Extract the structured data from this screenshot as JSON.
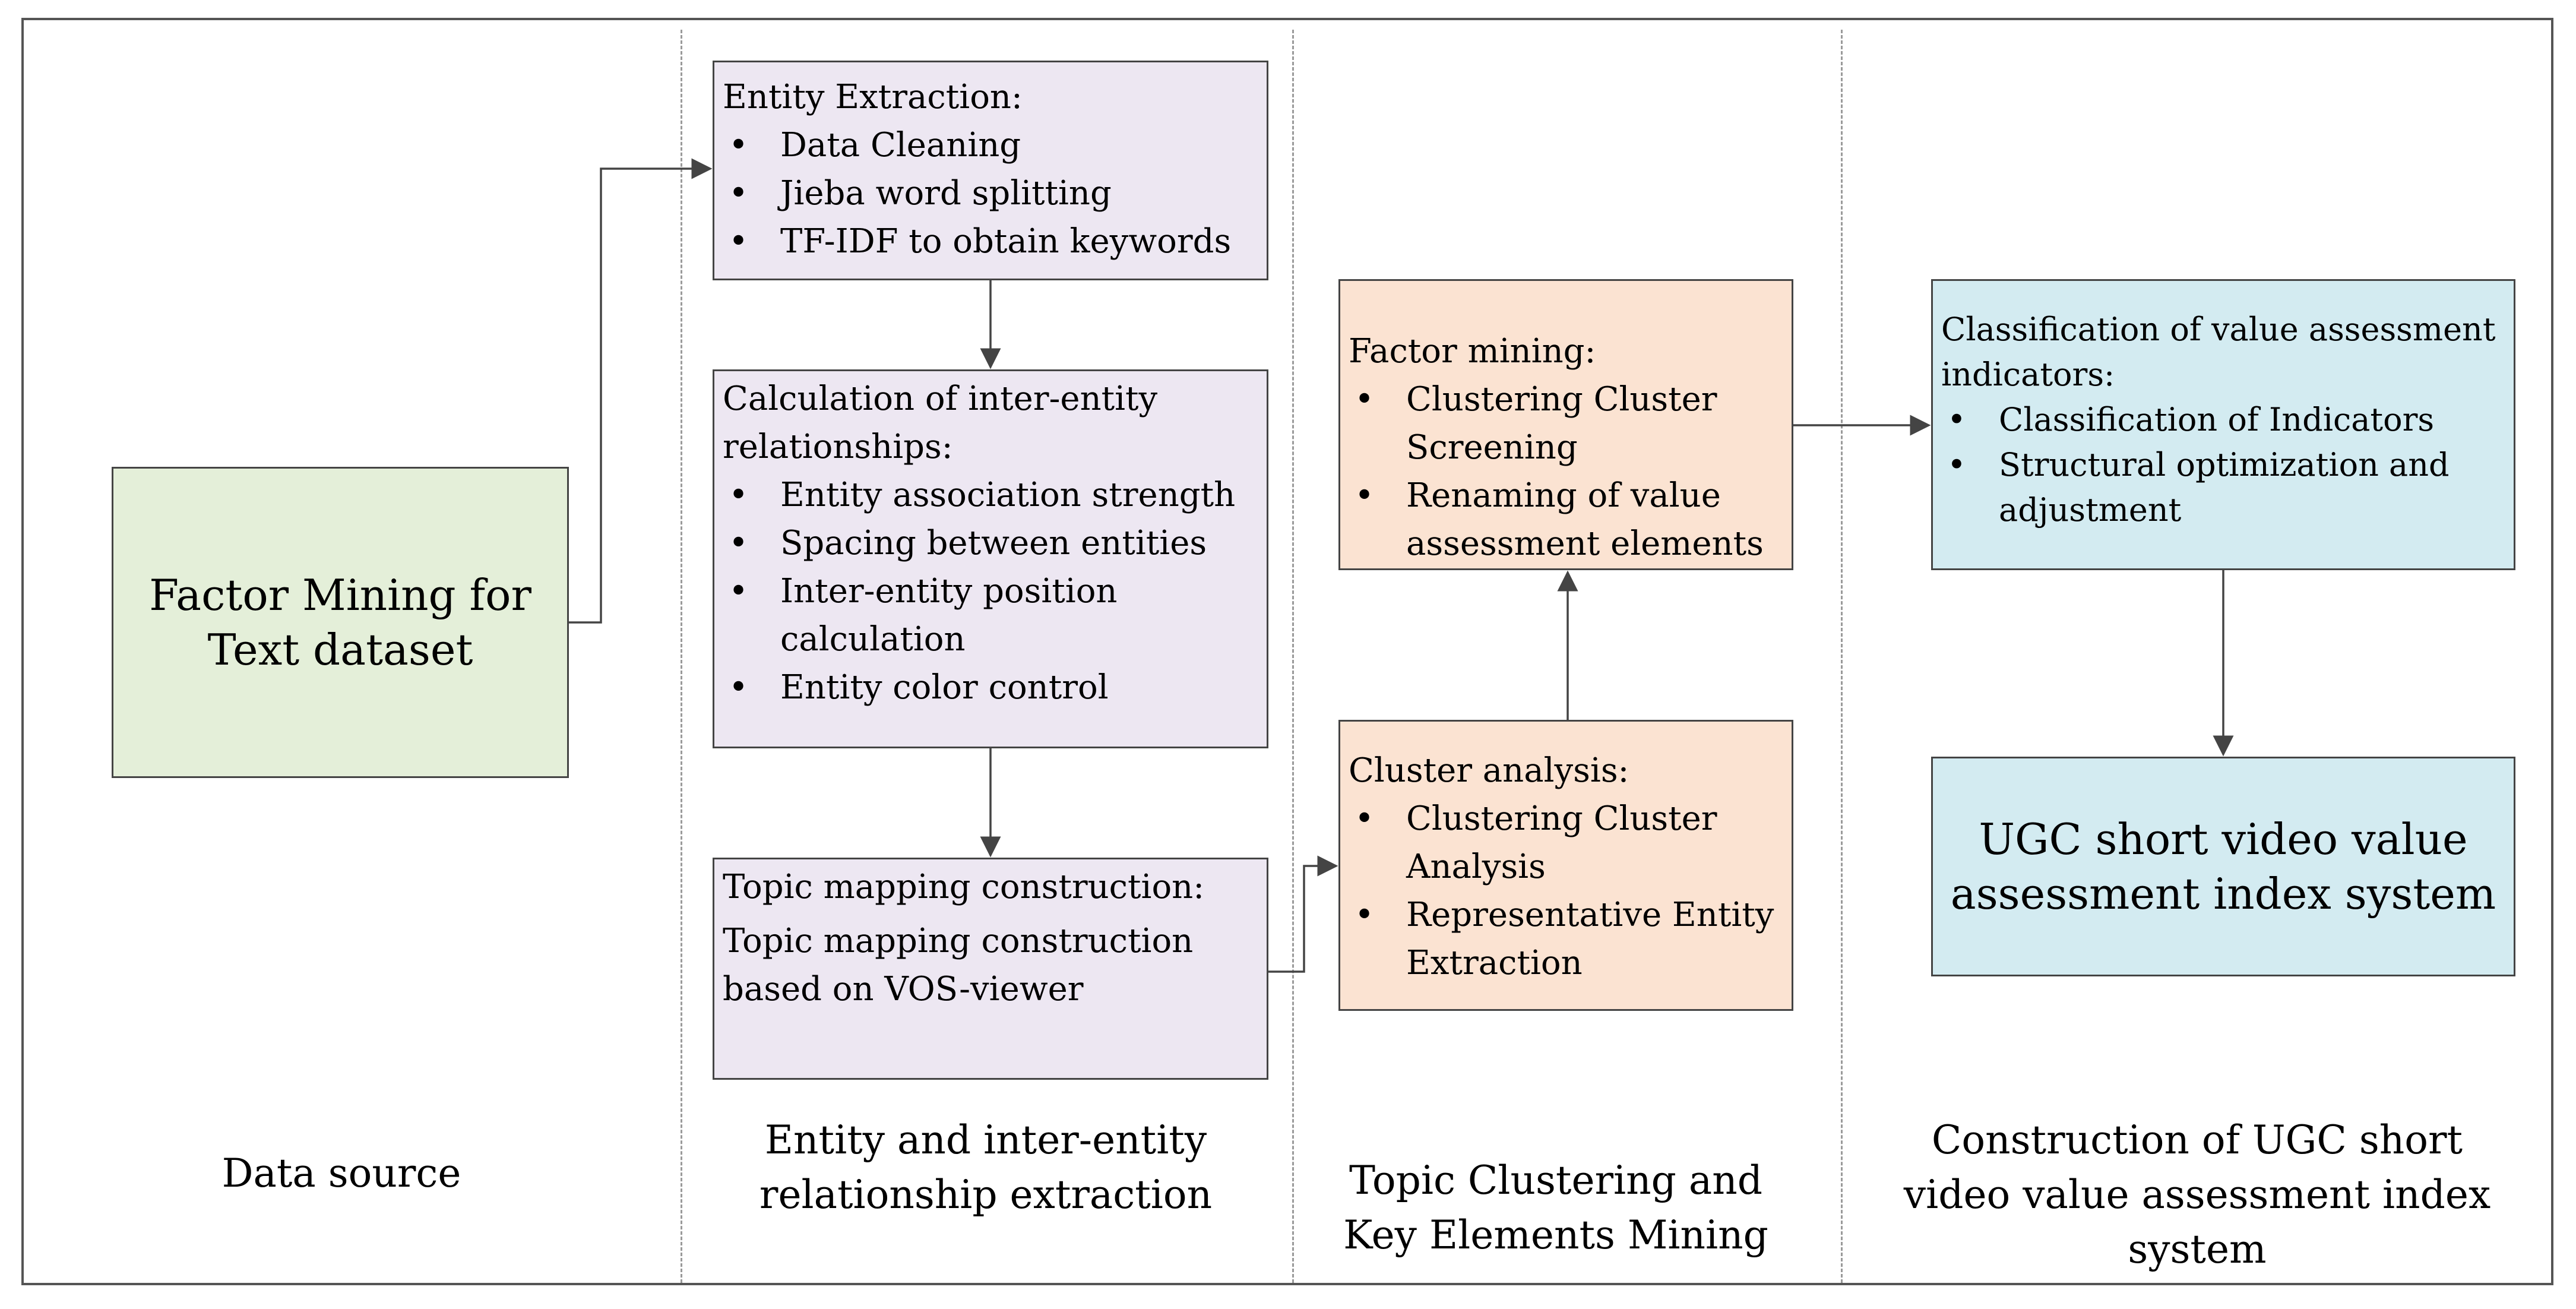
{
  "boxes": {
    "source": {
      "text": "Factor Mining for Text dataset"
    },
    "entity_extraction": {
      "title": "Entity Extraction:",
      "items": [
        "Data Cleaning",
        "Jieba word splitting",
        "TF-IDF to obtain keywords"
      ]
    },
    "inter_entity": {
      "title": "Calculation of inter-entity relationships:",
      "items": [
        "Entity association strength",
        "Spacing between entities",
        "Inter-entity position calculation",
        "Entity color control"
      ]
    },
    "topic_mapping": {
      "title": "Topic mapping construction:",
      "body": "Topic mapping construction based on VOS-viewer"
    },
    "cluster_analysis": {
      "title": "Cluster analysis:",
      "items": [
        "Clustering Cluster Analysis",
        "Representative Entity Extraction"
      ]
    },
    "factor_mining": {
      "title": "Factor mining:",
      "items": [
        "Clustering Cluster Screening",
        "Renaming of value assessment elements"
      ]
    },
    "classification": {
      "title": "Classification of value assessment indicators:",
      "items": [
        "Classification of Indicators",
        "Structural optimization and adjustment"
      ]
    },
    "result": {
      "text": "UGC short video value assessment index system"
    }
  },
  "column_labels": [
    "Data source",
    "Entity and inter-entity relationship extraction",
    "Topic Clustering and Key Elements Mining",
    "Construction of UGC short video value assessment index system"
  ],
  "colors": {
    "purple": "#ede7f2",
    "orange": "#fbe3d2",
    "blue": "#d3ebf1",
    "green": "#e4efd9",
    "line": "#444444"
  }
}
